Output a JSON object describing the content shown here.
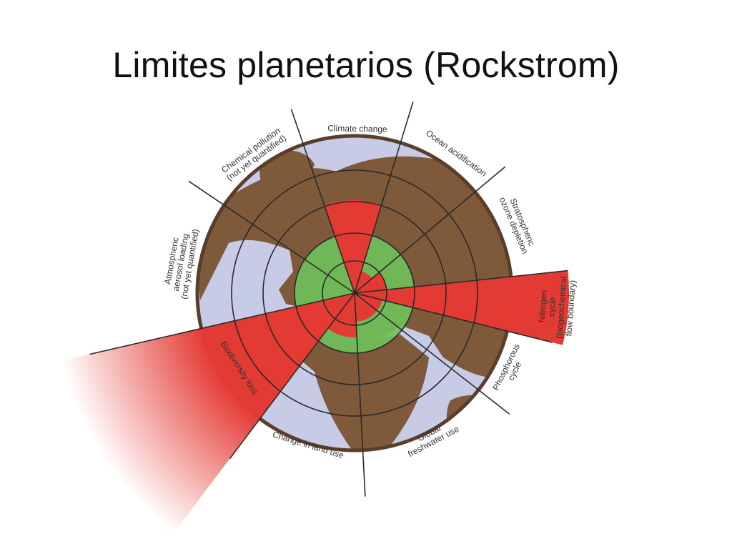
{
  "title": "Limites planetarios (Rockstrom)",
  "colors": {
    "ocean": "#c8cbe6",
    "land": "#7e5a3a",
    "safe_zone": "#6fc05a",
    "exceeded": "#e43a34",
    "rim": "#5a3e2b",
    "spoke": "#2a2a2a"
  },
  "boundaries": [
    {
      "id": "climate",
      "lines": [
        "Climate change"
      ],
      "status": "exceeded"
    },
    {
      "id": "ocean",
      "lines": [
        "Ocean acidification"
      ],
      "status": "within"
    },
    {
      "id": "ozone",
      "lines": [
        "Stratospheric",
        "ozone depletion"
      ],
      "status": "within"
    },
    {
      "id": "nitrogen",
      "lines": [
        "Nitrogen",
        "cycle",
        "(biogeochemical",
        "flow boundary)"
      ],
      "status": "exceeded"
    },
    {
      "id": "phosphorus",
      "lines": [
        "Phosphorous",
        "cycle"
      ],
      "status": "within"
    },
    {
      "id": "freshwater",
      "lines": [
        "Global",
        "freshwater use"
      ],
      "status": "within"
    },
    {
      "id": "landuse",
      "lines": [
        "Change in land use"
      ],
      "status": "within"
    },
    {
      "id": "biodiversity",
      "lines": [
        "Biodiversity loss"
      ],
      "status": "exceeded"
    },
    {
      "id": "aerosol",
      "lines": [
        "Atmospheric",
        "aerosol loading",
        "(not yet quantified)"
      ],
      "status": "not quantified"
    },
    {
      "id": "chemical",
      "lines": [
        "Chemical pollution",
        "(not yet quantified)"
      ],
      "status": "not quantified"
    }
  ]
}
